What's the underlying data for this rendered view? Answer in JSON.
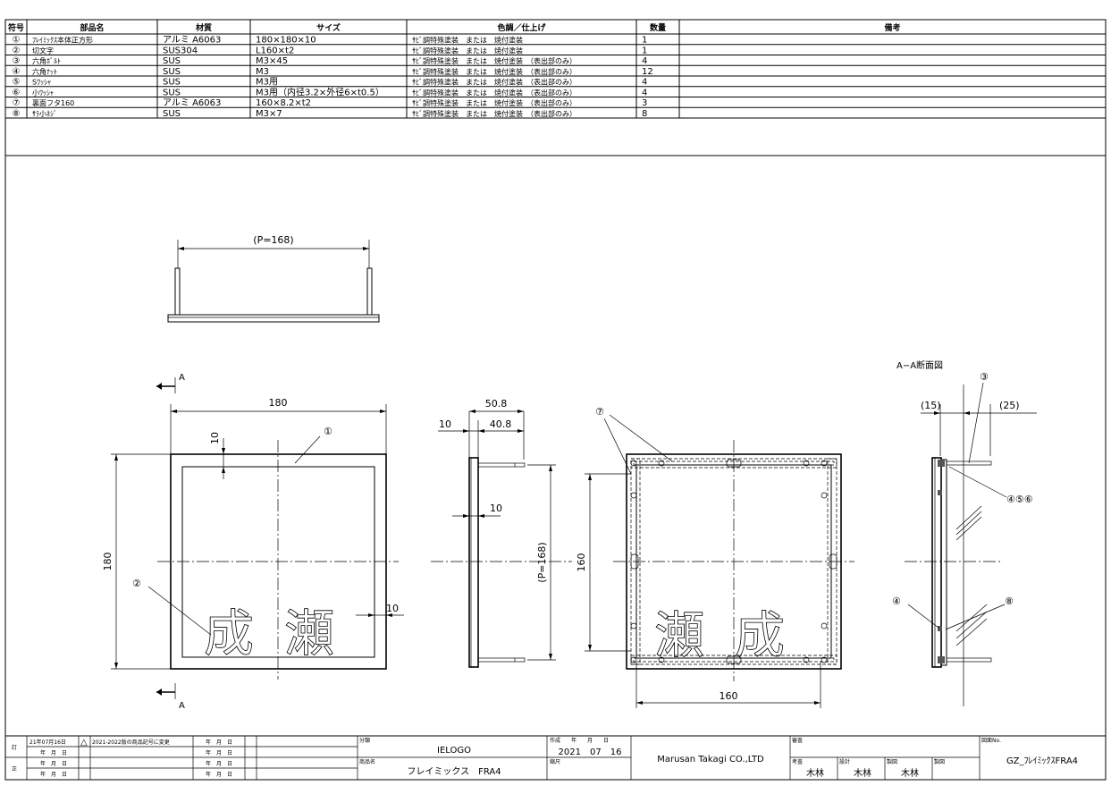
{
  "parts_table": {
    "headers": {
      "no": "符号",
      "name": "部品名",
      "material": "材質",
      "size": "サイズ",
      "finish": "色調／仕上げ",
      "qty": "数量",
      "remarks": "備考"
    },
    "rows": [
      {
        "no": "①",
        "name": "ﾌﾚｲﾐｯｸｽ本体正方形",
        "material": "アルミ A6063",
        "size": "180×180×10",
        "finish": "ｻﾋﾞ調特殊塗装　または　焼付塗装",
        "qty": "1"
      },
      {
        "no": "②",
        "name": "切文字",
        "material": "SUS304",
        "size": "L160×t2",
        "finish": "ｻﾋﾞ調特殊塗装　または　焼付塗装",
        "qty": "1"
      },
      {
        "no": "③",
        "name": "六角ﾎﾞﾙﾄ",
        "material": "SUS",
        "size": "M3×45",
        "finish": "ｻﾋﾞ調特殊塗装　または　焼付塗装　（表出部のみ）",
        "qty": "4"
      },
      {
        "no": "④",
        "name": "六角ﾅｯﾄ",
        "material": "SUS",
        "size": "M3",
        "finish": "ｻﾋﾞ調特殊塗装　または　焼付塗装　（表出部のみ）",
        "qty": "12"
      },
      {
        "no": "⑤",
        "name": "Sﾜｯｼｬ",
        "material": "SUS",
        "size": "M3用",
        "finish": "ｻﾋﾞ調特殊塗装　または　焼付塗装　（表出部のみ）",
        "qty": "4"
      },
      {
        "no": "⑥",
        "name": "小ﾜｯｼｬ",
        "material": "SUS",
        "size": "M3用（内径3.2×外径6×t0.5）",
        "finish": "ｻﾋﾞ調特殊塗装　または　焼付塗装　（表出部のみ）",
        "qty": "4"
      },
      {
        "no": "⑦",
        "name": "裏面フタ160",
        "material": "アルミ A6063",
        "size": "160×8.2×t2",
        "finish": "ｻﾋﾞ調特殊塗装　または　焼付塗装　（表出部のみ）",
        "qty": "3"
      },
      {
        "no": "⑧",
        "name": "ｻﾗ小ﾈｼﾞ",
        "material": "SUS",
        "size": "M3×7",
        "finish": "ｻﾋﾞ調特殊塗装　または　焼付塗装　（表出部のみ）",
        "qty": "8"
      }
    ]
  },
  "drawing": {
    "top_view": {
      "pitch": "(P=168)"
    },
    "front_view": {
      "width": "180",
      "height": "180",
      "border_top": "10",
      "border_right": "10",
      "balloon_1": "①",
      "balloon_2": "②",
      "section_mark": "A",
      "section_mark_bottom": "A",
      "characters": [
        "成",
        "瀬"
      ]
    },
    "side_view": {
      "depth_total": "50.8",
      "depth_inner": "40.8",
      "thickness": "10",
      "offset": "10",
      "pitch": "(P=168)"
    },
    "back_view": {
      "width": "160",
      "height": "160",
      "balloon_7": "⑦",
      "characters": [
        "瀬",
        "成"
      ]
    },
    "section_view": {
      "title": "A−A断面図",
      "left_dim": "(15)",
      "right_dim": "(25)",
      "balloon_3": "③",
      "balloon_456": "④⑤⑥",
      "balloon_4": "④",
      "balloon_8": "⑧"
    }
  },
  "title_block": {
    "rev_label_1": "訂",
    "rev_label_2": "正",
    "rev_date_1": "21年07月16日",
    "rev_mark": "△",
    "rev_text_1": "2021-2022版の商品記号に変更",
    "ymd": "年　月　日",
    "category_label": "分類",
    "category_value": "IELOGO",
    "product_label": "商品名",
    "product_value": "フレイミックス　FRA4",
    "created_label": "作成　　年　　月　　日",
    "created_value": "2021　07　16",
    "scale_label": "縮尺",
    "company": "Marusan Takagi CO.,LTD",
    "approve_label": "審査",
    "check_label": "考査",
    "check_value": "木林",
    "design_label": "設計",
    "design_value": "木林",
    "draw_label": "製図",
    "draw_value": "木林",
    "mgmt_label": "製図",
    "dwg_no_label": "図面No.",
    "dwg_no_value": "GZ_ﾌﾚｲﾐｯｸｽFRA4"
  }
}
